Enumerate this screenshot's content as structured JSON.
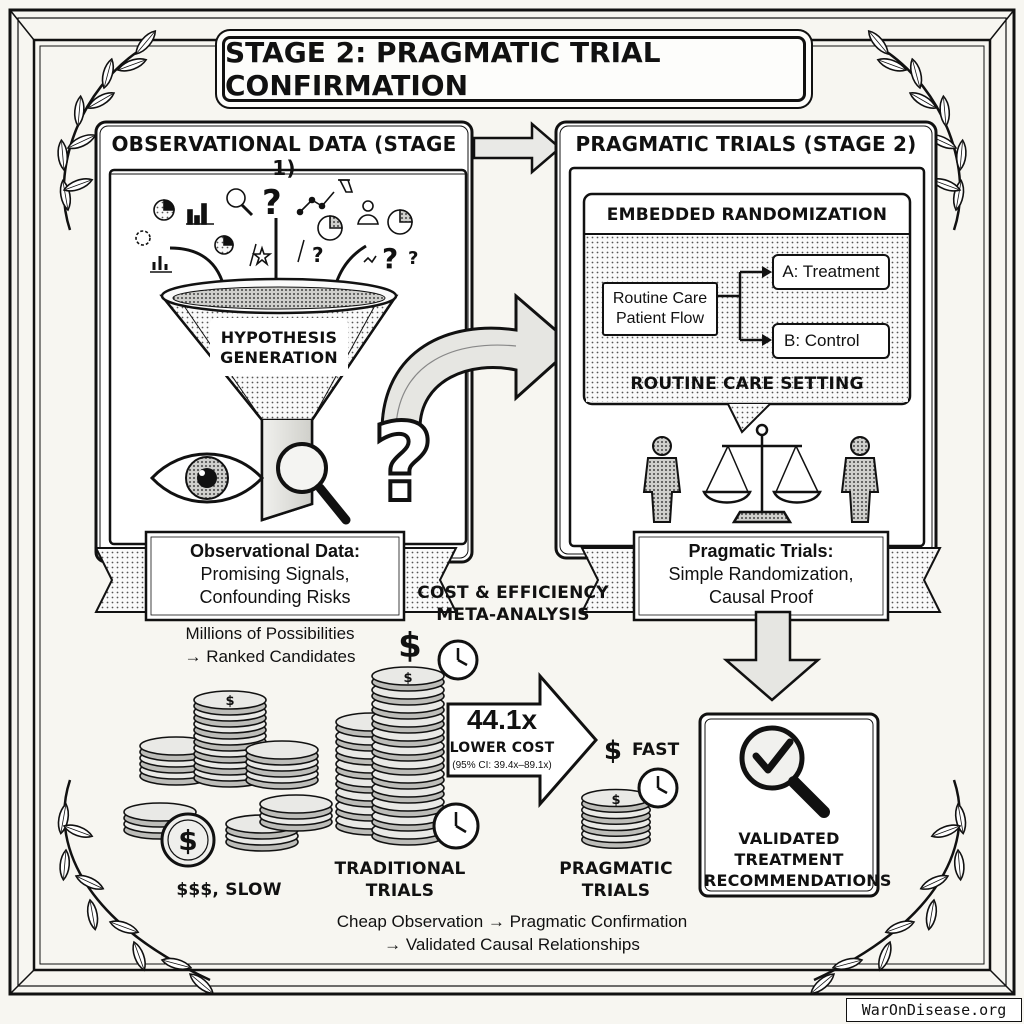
{
  "title": "STAGE 2: PRAGMATIC TRIAL CONFIRMATION",
  "observational": {
    "header": "OBSERVATIONAL DATA (STAGE 1)",
    "funnel_label_1": "HYPOTHESIS",
    "funnel_label_2": "GENERATION",
    "banner_title": "Observational Data:",
    "banner_line_1": "Promising Signals,",
    "banner_line_2": "Confounding Risks",
    "caption_line_1": "Millions of Possibilities",
    "caption_line_2": "→ Ranked Candidates"
  },
  "pragmatic": {
    "header": "PRAGMATIC TRIALS (STAGE 2)",
    "randomization_title": "EMBEDDED RANDOMIZATION",
    "routine_care_line_1": "Routine Care",
    "routine_care_line_2": "Patient Flow",
    "arm_a": "A: Treatment",
    "arm_b": "B: Control",
    "setting_label": "ROUTINE CARE SETTING",
    "banner_title": "Pragmatic Trials:",
    "banner_line_1": "Simple Randomization,",
    "banner_line_2": "Causal Proof"
  },
  "cost": {
    "heading_line_1": "COST & EFFICIENCY",
    "heading_line_2": "META-ANALYSIS",
    "multiplier": "44.1x",
    "multiplier_label": "LOWER COST",
    "ci": "(95% CI: 39.4x–89.1x)",
    "slow_label": "$$$, SLOW",
    "traditional_line_1": "TRADITIONAL",
    "traditional_line_2": "TRIALS",
    "fast_label": "FAST",
    "pragmatic_line_1": "PRAGMATIC",
    "pragmatic_line_2": "TRIALS",
    "dollar": "$"
  },
  "result": {
    "line_1": "VALIDATED",
    "line_2": "TREATMENT",
    "line_3": "RECOMMENDATIONS"
  },
  "summary_line_1": "Cheap Observation → Pragmatic Confirmation",
  "summary_line_2": "→ Validated Causal Relationships",
  "footer": "WarOnDisease.org",
  "icons": [
    "laurel-icon",
    "funnel-icon",
    "eye-icon",
    "magnifier-icon",
    "question-mark-icon",
    "person-icon",
    "balance-scale-icon",
    "coin-stack-icon",
    "clock-icon",
    "checkmark-magnifier-icon",
    "arrow-icon"
  ],
  "colors": {
    "ink": "#111111",
    "paper": "#f7f6f1",
    "panel": "#ffffff",
    "shade": "#d9d9d6"
  }
}
